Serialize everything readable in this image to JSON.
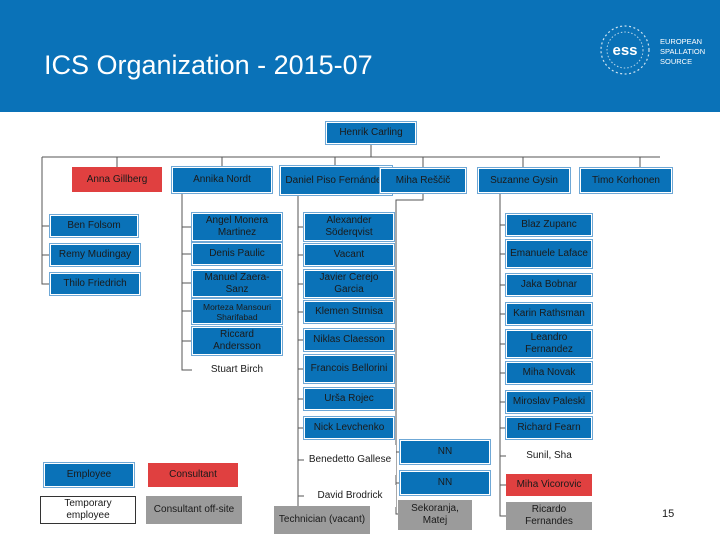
{
  "slide": {
    "title": "ICS Organization - 2015-07",
    "page_number": "15",
    "logo": {
      "mark": "ess",
      "text_lines": [
        "EUROPEAN",
        "SPALLATION",
        "SOURCE"
      ]
    }
  },
  "org": {
    "head": "Henrik Carling",
    "groups": {
      "gillberg": {
        "lead": "Anna Gillberg",
        "members": [
          "Ben Folsom",
          "Remy Mudingay",
          "Thilo Friedrich"
        ]
      },
      "nordt": {
        "lead": "Annika Nordt",
        "members": [
          "Angel Monera Martinez",
          "Denis Paulic",
          "Manuel Zaera-Sanz",
          "Morteza Mansouri Sharifabad",
          "Riccard Andersson",
          "Stuart Birch"
        ]
      },
      "piso": {
        "lead": "Daniel Piso Fernández",
        "members": [
          "Alexander Söderqvist",
          "Vacant",
          "Javier Cerejo Garcia",
          "Klemen Strnisa",
          "Niklas Claesson",
          "Francois Bellorini",
          "Urša Rojec",
          "Nick Levchenko",
          "Benedetto Gallese",
          "David Brodrick",
          "Technician (vacant)"
        ]
      },
      "rescic": {
        "lead": "Miha Reščič",
        "members": [
          "NN",
          "NN",
          "Sekoranja, Matej"
        ]
      },
      "gysin": {
        "lead": "Suzanne Gysin",
        "members": [
          "Blaz Zupanc",
          "Emanuele Laface",
          "Jaka Bobnar",
          "Karin Rathsman",
          "Leandro Fernandez",
          "Miha Novak",
          "Miroslav Paleski",
          "Richard Fearn",
          "Sunil, Sha",
          "Miha Vicorovic",
          "Ricardo Fernandes"
        ]
      },
      "korhonen": {
        "lead": "Timo Korhonen",
        "members": []
      }
    }
  },
  "legend": {
    "employee": "Employee",
    "consultant": "Consultant",
    "temporary": "Temporary employee",
    "consultant_offsite": "Consultant off-site"
  },
  "colors": {
    "header": "#0a72b8",
    "box_blue": "#0a72b8",
    "box_red": "#e04040",
    "box_gray": "#9b9b9b",
    "connector": "#555555"
  }
}
